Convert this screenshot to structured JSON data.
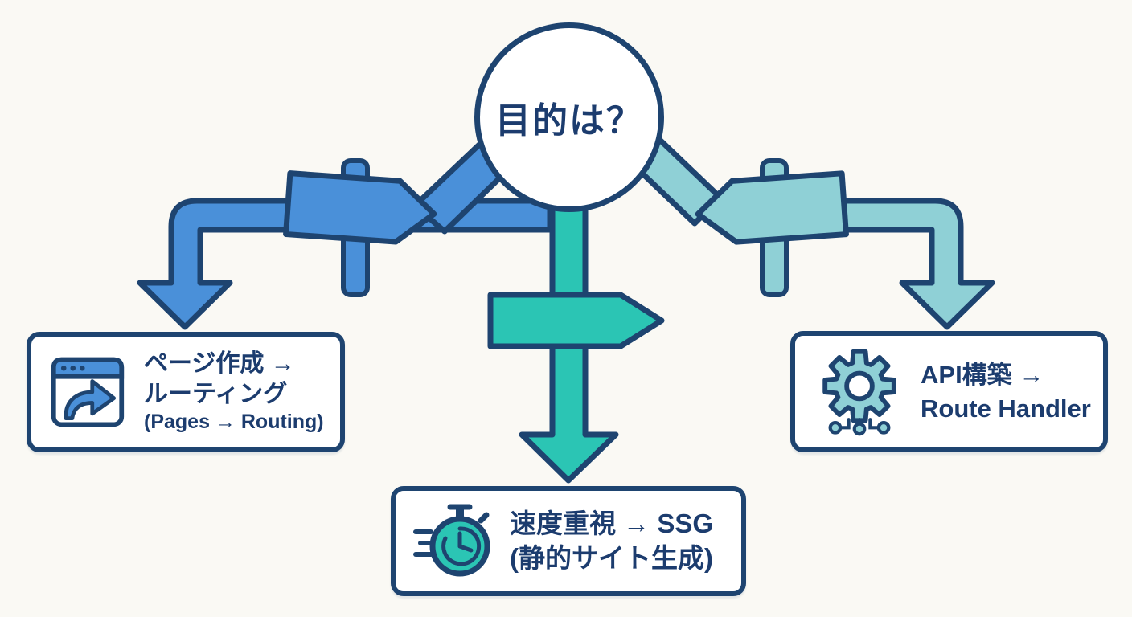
{
  "colors": {
    "background": "#FAF9F4",
    "navy": "#1E4470",
    "text": "#1C3C6E",
    "blue": "#4A90D9",
    "teal": "#2BC5B4",
    "light_teal": "#8FD0D6",
    "white": "#FFFFFF"
  },
  "root": {
    "label": "目的は？"
  },
  "branches": {
    "left": {
      "color": "#4A90D9",
      "icon": "browser-redirect-icon",
      "line1": "ページ作成 →",
      "line2": "ルーティング",
      "line3": "(Pages → Routing)"
    },
    "center": {
      "color": "#2BC5B4",
      "icon": "stopwatch-icon",
      "line1": "速度重視 → SSG",
      "line2": "(静的サイト生成)"
    },
    "right": {
      "color": "#8FD0D6",
      "icon": "gear-circuit-icon",
      "line1": "API構築 →",
      "line2": "Route Handler"
    }
  }
}
